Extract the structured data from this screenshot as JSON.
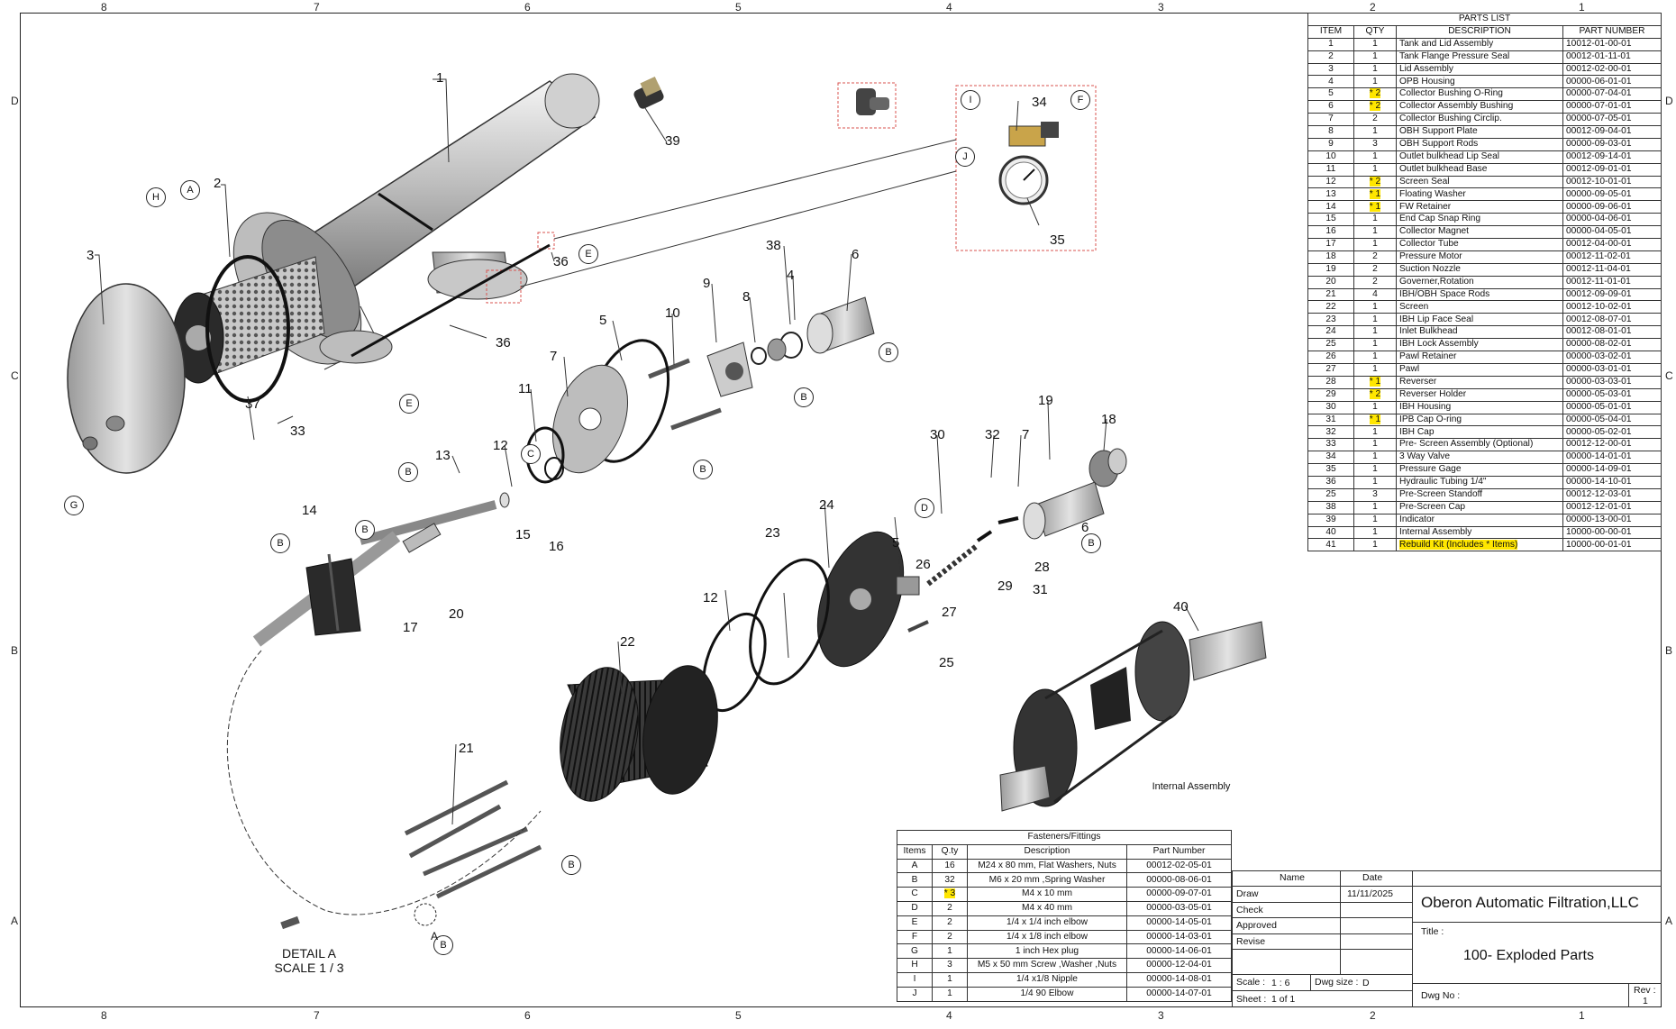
{
  "zones": {
    "columns": [
      "8",
      "7",
      "6",
      "5",
      "4",
      "3",
      "2",
      "1"
    ],
    "rows": [
      "D",
      "C",
      "B",
      "A"
    ]
  },
  "callouts": {
    "numbers": [
      "1",
      "39",
      "2",
      "3",
      "36",
      "36",
      "37",
      "33",
      "38",
      "6",
      "4",
      "5",
      "10",
      "9",
      "8",
      "7",
      "11",
      "12",
      "15",
      "16",
      "13",
      "14",
      "17",
      "20",
      "19",
      "18",
      "30",
      "32",
      "7",
      "6",
      "28",
      "31",
      "5",
      "24",
      "26",
      "29",
      "23",
      "27",
      "25",
      "12",
      "22",
      "21",
      "40",
      "34",
      "35"
    ],
    "letters": [
      "A",
      "H",
      "E",
      "E",
      "G",
      "I",
      "F",
      "J",
      "B",
      "B",
      "B",
      "B",
      "B",
      "B",
      "B",
      "B",
      "C",
      "D",
      "B"
    ]
  },
  "captions": {
    "detail_a_line1": "DETAIL  A",
    "detail_a_line2": "SCALE 1 / 3",
    "internal_assembly": "Internal Assembly",
    "detail_letter": "A"
  },
  "parts_list": {
    "title": "PARTS LIST",
    "headers": [
      "ITEM",
      "QTY",
      "DESCRIPTION",
      "PART NUMBER"
    ],
    "rows": [
      {
        "item": "1",
        "qty": "1",
        "desc": "Tank and Lid Assembly",
        "part": "10012-01-00-01",
        "hl": false
      },
      {
        "item": "2",
        "qty": "1",
        "desc": "Tank Flange Pressure Seal",
        "part": "00012-01-11-01",
        "hl": false
      },
      {
        "item": "3",
        "qty": "1",
        "desc": "Lid Assembly",
        "part": "00012-02-00-01",
        "hl": false
      },
      {
        "item": "4",
        "qty": "1",
        "desc": "OPB Housing",
        "part": "00000-06-01-01",
        "hl": false
      },
      {
        "item": "5",
        "qty": "* 2",
        "desc": "Collector Bushing O-Ring",
        "part": "00000-07-04-01",
        "hl": true
      },
      {
        "item": "6",
        "qty": "* 2",
        "desc": "Collector Assembly Bushing",
        "part": "00000-07-01-01",
        "hl": true
      },
      {
        "item": "7",
        "qty": "2",
        "desc": "Collector Bushing Circlip.",
        "part": "00000-07-05-01",
        "hl": false
      },
      {
        "item": "8",
        "qty": "1",
        "desc": "OBH Support Plate",
        "part": "00012-09-04-01",
        "hl": false
      },
      {
        "item": "9",
        "qty": "3",
        "desc": "OBH Support Rods",
        "part": "00000-09-03-01",
        "hl": false
      },
      {
        "item": "10",
        "qty": "1",
        "desc": "Outlet bulkhead Lip Seal",
        "part": "00012-09-14-01",
        "hl": false
      },
      {
        "item": "11",
        "qty": "1",
        "desc": "Outlet bulkhead Base",
        "part": "00012-09-01-01",
        "hl": false
      },
      {
        "item": "12",
        "qty": "* 2",
        "desc": "Screen Seal",
        "part": "00012-10-01-01",
        "hl": true
      },
      {
        "item": "13",
        "qty": "* 1",
        "desc": "Floating Washer",
        "part": "00000-09-05-01",
        "hl": true
      },
      {
        "item": "14",
        "qty": "* 1",
        "desc": "FW Retainer",
        "part": "00000-09-06-01",
        "hl": true
      },
      {
        "item": "15",
        "qty": "1",
        "desc": "End Cap Snap Ring",
        "part": "00000-04-06-01",
        "hl": false
      },
      {
        "item": "16",
        "qty": "1",
        "desc": "Collector Magnet",
        "part": "00000-04-05-01",
        "hl": false
      },
      {
        "item": "17",
        "qty": "1",
        "desc": "Collector Tube",
        "part": "00012-04-00-01",
        "hl": false
      },
      {
        "item": "18",
        "qty": "2",
        "desc": "Pressure Motor",
        "part": "00012-11-02-01",
        "hl": false
      },
      {
        "item": "19",
        "qty": "2",
        "desc": "Suction Nozzle",
        "part": "00012-11-04-01",
        "hl": false
      },
      {
        "item": "20",
        "qty": "2",
        "desc": "Governer,Rotation",
        "part": "00012-11-01-01",
        "hl": false
      },
      {
        "item": "21",
        "qty": "4",
        "desc": "IBH/OBH Space Rods",
        "part": "00012-09-09-01",
        "hl": false
      },
      {
        "item": "22",
        "qty": "1",
        "desc": "Screen",
        "part": "00012-10-02-01",
        "hl": false
      },
      {
        "item": "23",
        "qty": "1",
        "desc": "IBH Lip Face Seal",
        "part": "00012-08-07-01",
        "hl": false
      },
      {
        "item": "24",
        "qty": "1",
        "desc": "Inlet Bulkhead",
        "part": "00012-08-01-01",
        "hl": false
      },
      {
        "item": "25",
        "qty": "1",
        "desc": "IBH Lock Assembly",
        "part": "00000-08-02-01",
        "hl": false
      },
      {
        "item": "26",
        "qty": "1",
        "desc": "Pawl Retainer",
        "part": "00000-03-02-01",
        "hl": false
      },
      {
        "item": "27",
        "qty": "1",
        "desc": "Pawl",
        "part": "00000-03-01-01",
        "hl": false
      },
      {
        "item": "28",
        "qty": "* 1",
        "desc": "Reverser",
        "part": "00000-03-03-01",
        "hl": true
      },
      {
        "item": "29",
        "qty": "* 2",
        "desc": "Reverser Holder",
        "part": "00000-05-03-01",
        "hl": true
      },
      {
        "item": "30",
        "qty": "1",
        "desc": "IBH Housing",
        "part": "00000-05-01-01",
        "hl": false
      },
      {
        "item": "31",
        "qty": "* 1",
        "desc": "IPB Cap O-ring",
        "part": "00000-05-04-01",
        "hl": true
      },
      {
        "item": "32",
        "qty": "1",
        "desc": "IBH Cap",
        "part": "00000-05-02-01",
        "hl": false
      },
      {
        "item": "33",
        "qty": "1",
        "desc": "Pre- Screen Assembly (Optional)",
        "part": "00012-12-00-01",
        "hl": false
      },
      {
        "item": "34",
        "qty": "1",
        "desc": "3 Way Valve",
        "part": "00000-14-01-01",
        "hl": false
      },
      {
        "item": "35",
        "qty": "1",
        "desc": "Pressure Gage",
        "part": "00000-14-09-01",
        "hl": false
      },
      {
        "item": "36",
        "qty": "1",
        "desc": "Hydraulic Tubing 1/4\"",
        "part": "00000-14-10-01",
        "hl": false
      },
      {
        "item": "25",
        "qty": "3",
        "desc": "Pre-Screen Standoff",
        "part": "00012-12-03-01",
        "hl": false
      },
      {
        "item": "38",
        "qty": "1",
        "desc": "Pre-Screen Cap",
        "part": "00012-12-01-01",
        "hl": false
      },
      {
        "item": "39",
        "qty": "1",
        "desc": "Indicator",
        "part": "00000-13-00-01",
        "hl": false
      },
      {
        "item": "40",
        "qty": "1",
        "desc": "Internal Assembly",
        "part": "10000-00-00-01",
        "hl": false
      },
      {
        "item": "41",
        "qty": "1",
        "desc": "Rebuild Kit (Includes * Items)",
        "part": "10000-00-01-01",
        "hl": false,
        "desc_hl": true
      }
    ]
  },
  "fasteners": {
    "title": "Fasteners/Fittings",
    "headers": [
      "Items",
      "Q.ty",
      "Description",
      "Part Number"
    ],
    "rows": [
      {
        "item": "A",
        "qty": "16",
        "desc": "M24 x 80 mm, Flat Washers, Nuts",
        "part": "00012-02-05-01",
        "hl": false
      },
      {
        "item": "B",
        "qty": "32",
        "desc": "M6 x 20 mm ,Spring Washer",
        "part": "00000-08-06-01",
        "hl": false
      },
      {
        "item": "C",
        "qty": "* 3",
        "desc": "M4 x 10 mm",
        "part": "00000-09-07-01",
        "hl": true
      },
      {
        "item": "D",
        "qty": "2",
        "desc": "M4 x 40 mm",
        "part": "00000-03-05-01",
        "hl": false
      },
      {
        "item": "E",
        "qty": "2",
        "desc": "1/4 x 1/4 inch elbow",
        "part": "00000-14-05-01",
        "hl": false
      },
      {
        "item": "F",
        "qty": "2",
        "desc": "1/4 x 1/8 inch elbow",
        "part": "00000-14-03-01",
        "hl": false
      },
      {
        "item": "G",
        "qty": "1",
        "desc": "1 inch Hex plug",
        "part": "00000-14-06-01",
        "hl": false
      },
      {
        "item": "H",
        "qty": "3",
        "desc": "M5 x 50 mm Screw ,Washer ,Nuts",
        "part": "00000-12-04-01",
        "hl": false
      },
      {
        "item": "I",
        "qty": "1",
        "desc": "1/4 x1/8 Nipple",
        "part": "00000-14-08-01",
        "hl": false
      },
      {
        "item": "J",
        "qty": "1",
        "desc": "1/4 90 Elbow",
        "part": "00000-14-07-01",
        "hl": false
      }
    ]
  },
  "title_block": {
    "name_header": "Name",
    "date_header": "Date",
    "draw_label": "Draw",
    "draw_date": "11/11/2025",
    "check_label": "Check",
    "approved_label": "Approved",
    "revise_label": "Revise",
    "company": "Oberon Automatic Filtration,LLC",
    "title_label": "Title :",
    "title_value": "100- Exploded Parts",
    "scale_label": "Scale :",
    "scale_value": "1 : 6",
    "dwg_size_label": "Dwg size :",
    "dwg_size_value": "D",
    "sheet_label": "Sheet :",
    "sheet_value": "1 of 1",
    "dwg_no_label": "Dwg No :",
    "rev_label": "Rev :",
    "rev_value": "1"
  }
}
